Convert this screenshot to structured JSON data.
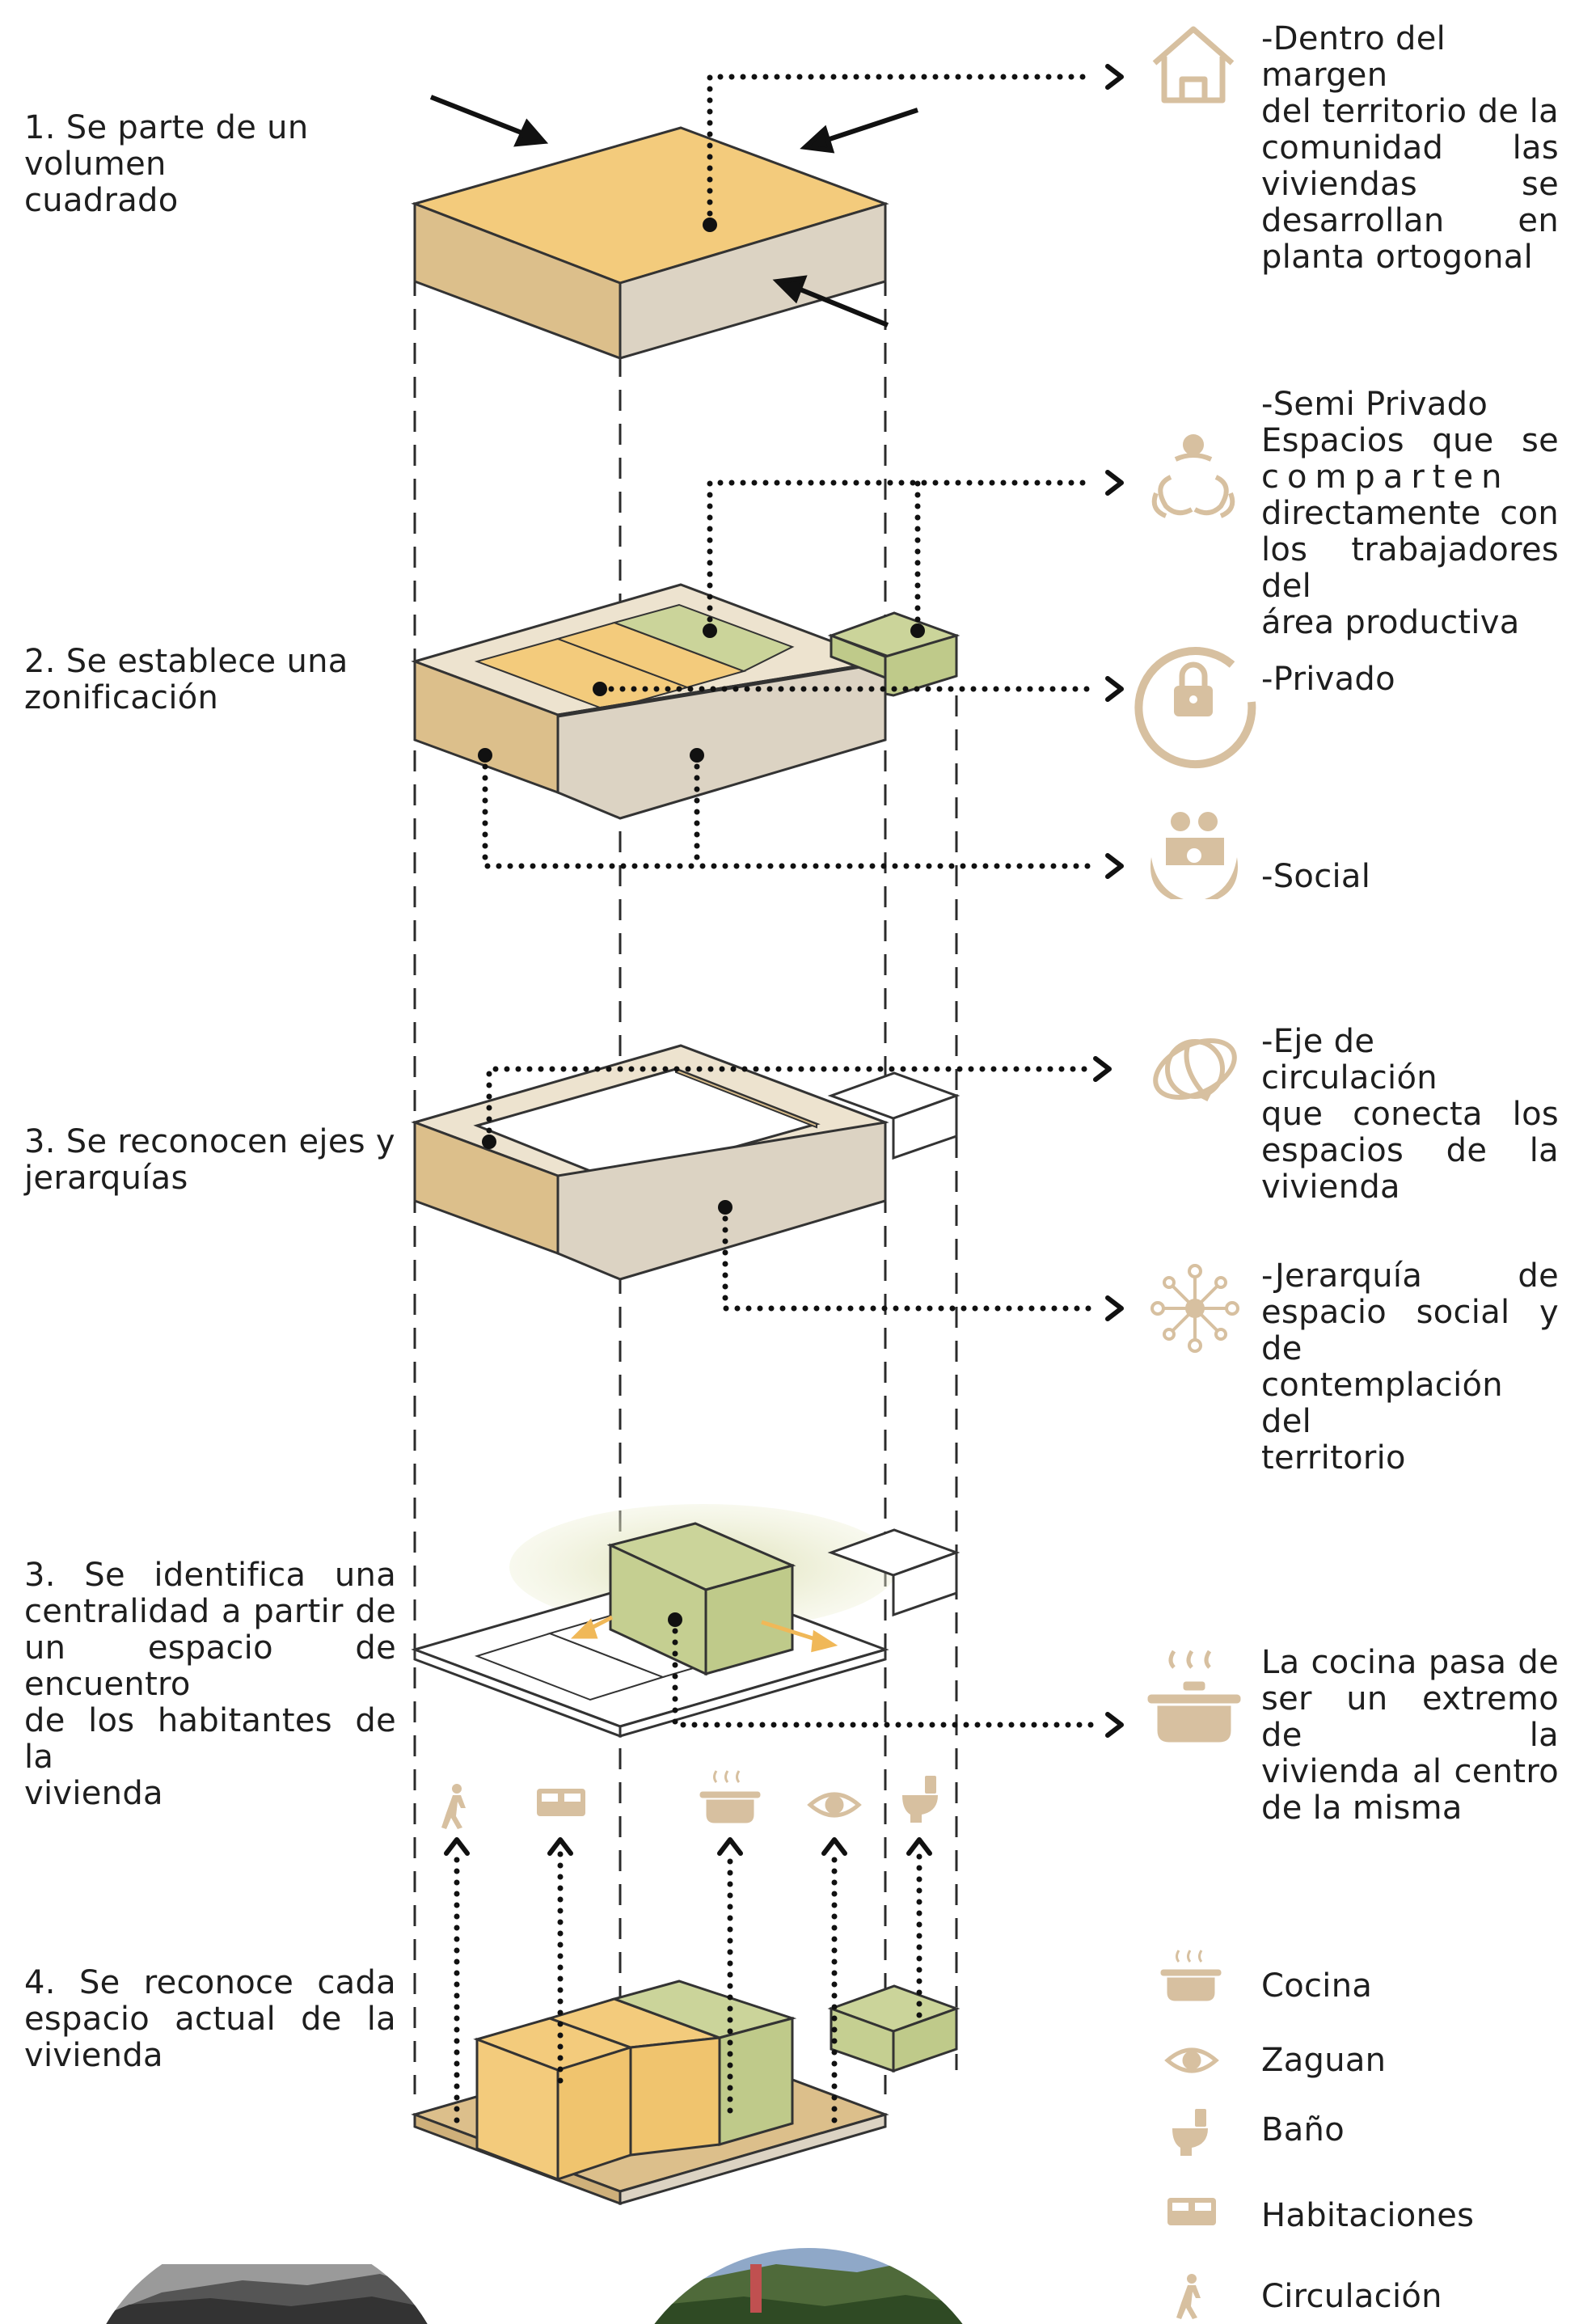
{
  "steps": [
    {
      "lines": [
        "1. Se parte de un volumen",
        "cuadrado"
      ]
    },
    {
      "lines": [
        "2. Se establece una",
        "zonificación"
      ]
    },
    {
      "lines": [
        "3. Se reconocen ejes y",
        "jerarquías"
      ]
    },
    {
      "lines": [
        "3. Se identifica una",
        "centralidad a partir de",
        "un espacio de encuentro",
        "de los habitantes de la",
        "vivienda"
      ]
    },
    {
      "lines": [
        "4. Se reconoce cada",
        "espacio actual de la",
        "vivienda"
      ]
    }
  ],
  "notes": [
    {
      "icon": "house-icon",
      "lines": [
        "-Dentro del margen",
        "del territorio de la",
        "comunidad las",
        "viviendas se",
        "desarrollan en",
        "planta ortogonal"
      ]
    },
    {
      "icon": "handshake-circle-icon",
      "lines": [
        "-Semi Privado",
        "Espacios que se",
        "comparten",
        "directamente con",
        "los trabajadores del",
        "área productiva"
      ]
    },
    {
      "icon": "lock-icon",
      "lines": [
        "-Privado"
      ]
    },
    {
      "icon": "family-hands-icon",
      "lines": [
        "-Social"
      ]
    },
    {
      "icon": "circulation-axis-icon",
      "lines": [
        "-Eje de circulación",
        "que conecta los",
        "espacios de la",
        "vivienda"
      ]
    },
    {
      "icon": "network-icon",
      "lines": [
        "-Jerarquía de",
        "espacio social y de",
        "contemplación del",
        "territorio"
      ]
    },
    {
      "icon": "cooking-pot-icon",
      "lines": [
        "La cocina pasa de",
        "ser un extremo de la",
        "vivienda al centro",
        "de la misma"
      ]
    }
  ],
  "legend": [
    {
      "icon": "cooking-pot-icon",
      "label": "Cocina"
    },
    {
      "icon": "eye-icon",
      "label": "Zaguan"
    },
    {
      "icon": "toilet-icon",
      "label": "Baño"
    },
    {
      "icon": "bed-icon",
      "label": "Habitaciones"
    },
    {
      "icon": "walking-person-icon",
      "label": "Circulación"
    }
  ],
  "colors": {
    "yellow_top": "#f3cb7c",
    "tan_side": "#dcbf8b",
    "grey_side": "#dcd3c3",
    "green": "#cbd49a",
    "green_side": "#bfca8a",
    "icon_beige": "#d7c0a0",
    "line": "#2b2b2b"
  }
}
